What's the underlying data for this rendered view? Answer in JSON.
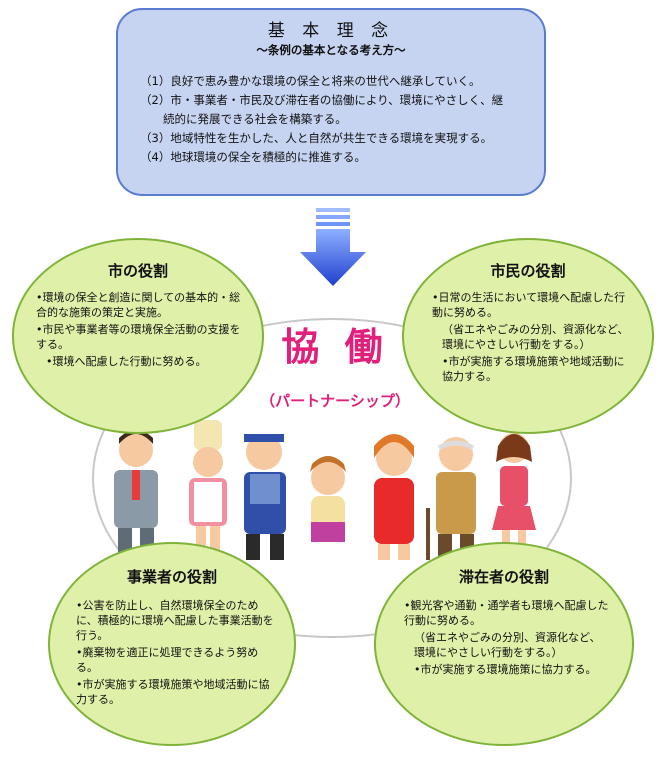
{
  "principles_box": {
    "title": "基 本 理 念",
    "subtitle": "～条例の基本となる考え方～",
    "items": [
      "（1）良好で恵み豊かな環境の保全と将来の世代へ継承していく。",
      "（2）市・事業者・市民及び滞在者の協働により、環境にやさしく、継",
      "　　続的に発展できる社会を構築する。",
      "（3）地域特性を生かした、人と自然が共生できる環境を実現する。",
      "（4）地球環境の保全を積極的に推進する。"
    ]
  },
  "center": {
    "title": "協 働",
    "subtitle": "（パートナーシップ）"
  },
  "roles": {
    "city": {
      "title": "市の役割",
      "items": [
        "•環境の保全と創造に関しての基本的・総合的な施策の策定と実施。",
        "•市民や事業者等の環境保全活動の支援をする。",
        "•環境へ配慮した行動に努める。"
      ]
    },
    "citizen": {
      "title": "市民の役割",
      "items": [
        "•日常の生活において環境へ配慮した行動に努める。",
        "（省エネやごみの分別、資源化など、環境にやさしい行動をする。）",
        "•市が実施する環境施策や地域活動に協力する。"
      ]
    },
    "business": {
      "title": "事業者の役割",
      "items": [
        "•公害を防止し、自然環境保全のために、積極的に環境へ配慮した事業活動を行う。",
        "•廃棄物を適正に処理できるよう努める。",
        "•市が実施する環境施策や地域活動に協力する。"
      ]
    },
    "visitor": {
      "title": "滞在者の役割",
      "items": [
        "•観光客や通勤・通学者も環境へ配慮した行動に努める。",
        "（省エネやごみの分別、資源化など、環境にやさしい行動をする。）",
        "•市が実施する環境施策に協力する。"
      ]
    }
  },
  "colors": {
    "principles_bg": "#c6d4f2",
    "principles_border": "#5a7bd0",
    "role_bg": "#dff0a8",
    "role_border": "#7fb33a",
    "kyodo_text": "#e0207a",
    "arrow": "#2a4fd6"
  }
}
